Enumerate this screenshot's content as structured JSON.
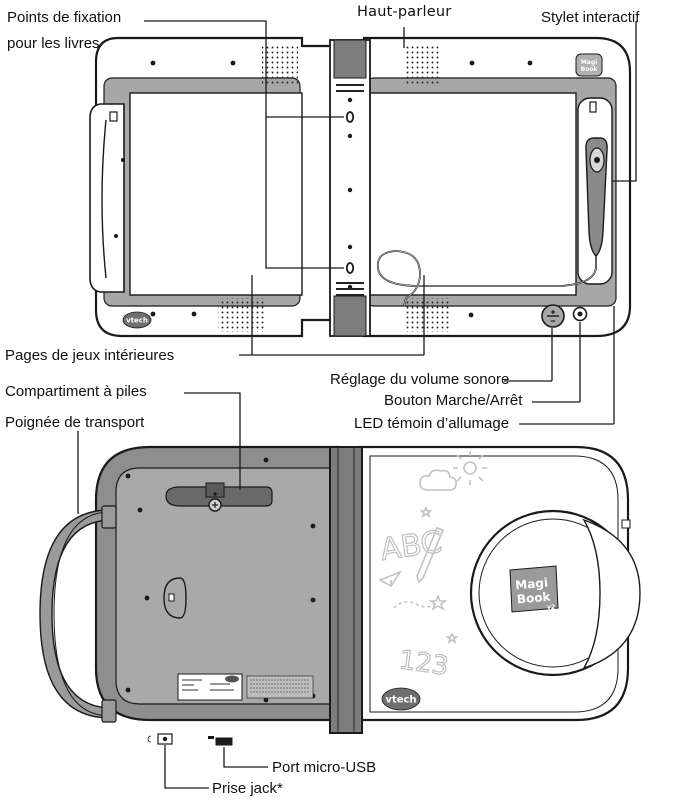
{
  "labels": {
    "book_attach_line1": "Points de fixation",
    "book_attach_line2": "pour les livres",
    "speaker": "Haut-parleur",
    "stylus": "Stylet interactif",
    "inner_pages": "Pages de jeux intérieures",
    "volume": "Réglage du volume sonore",
    "power_button": "Bouton Marche/Arrêt",
    "power_led": "LED témoin d’allumage",
    "battery": "Compartiment à piles",
    "handle": "Poignée de transport",
    "usb": "Port micro-USB",
    "jack": "Prise jack*"
  },
  "brand": {
    "vtech": "vtech",
    "magi_line1": "Magi",
    "magi_line2": "Book",
    "magi_version": "v2"
  },
  "cover_art": {
    "letters": "ABC",
    "numbers": "123"
  },
  "icons": [
    "speaker-grille",
    "stylus",
    "volume-dial",
    "power-button",
    "battery-screw",
    "usb-port",
    "jack-port",
    "cloud-icon",
    "sun-icon",
    "pencil-icon",
    "paper-plane-icon",
    "star-icon"
  ],
  "colors": {
    "device_body": "#ffffff",
    "device_outline": "#1a1a1a",
    "back_panel": "#8e8e8e",
    "hinge": "#7c7c7c",
    "page_area": "#ffffff"
  }
}
